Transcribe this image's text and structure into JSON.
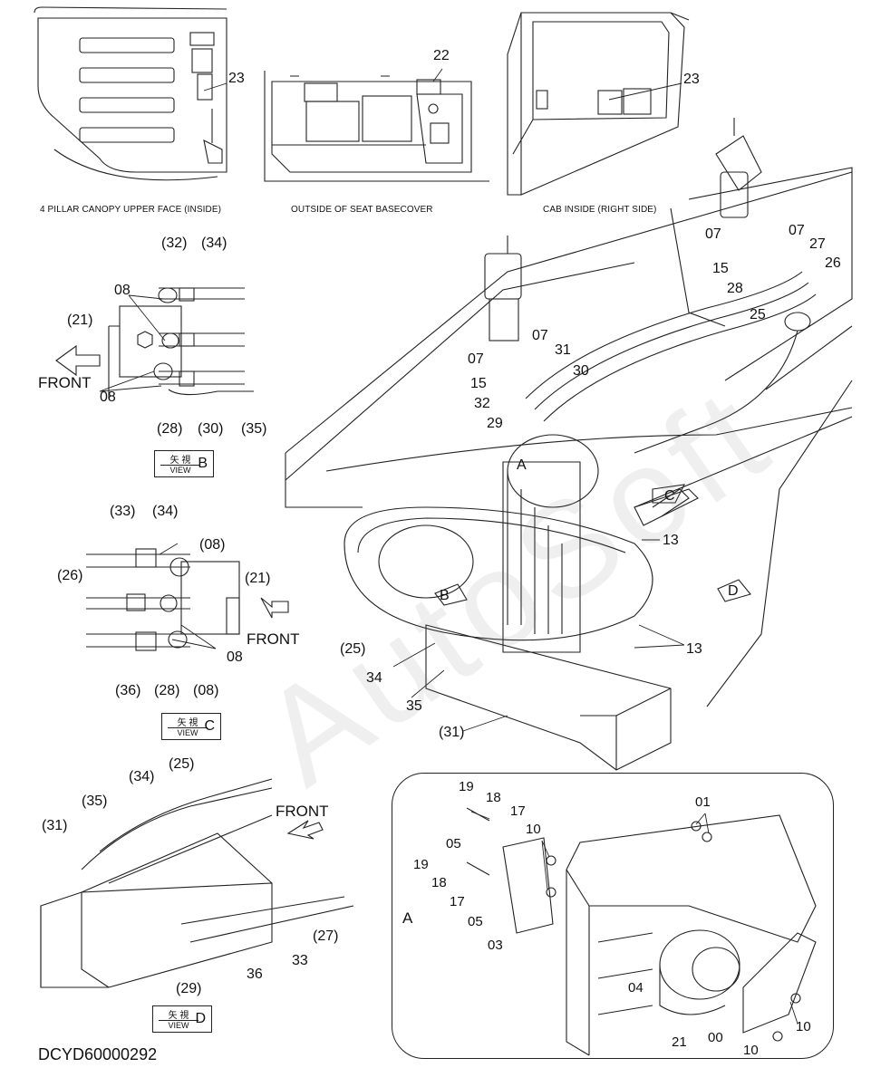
{
  "captions": {
    "canopy": "4 PILLAR CANOPY UPPER FACE (INSIDE)",
    "seat": "OUTSIDE OF SEAT BASECOVER",
    "cab": "CAB INSIDE (RIGHT SIDE)"
  },
  "top_labels": {
    "c23a": "23",
    "c22": "22",
    "c23b": "23"
  },
  "view_b": {
    "labels": [
      "(32)",
      "(34)",
      "08",
      "(21)",
      "08",
      "(28)",
      "(30)",
      "(35)"
    ],
    "front": "FRONT",
    "jp": "矢 視",
    "view": "VIEW",
    "letter": "B"
  },
  "view_c": {
    "labels": [
      "(33)",
      "(34)",
      "(08)",
      "(21)",
      "(26)",
      "08",
      "(36)",
      "(28)",
      "(08)"
    ],
    "front": "FRONT",
    "jp": "矢 視",
    "view": "VIEW",
    "letter": "C"
  },
  "view_d": {
    "labels": [
      "(25)",
      "(34)",
      "(35)",
      "(31)",
      "(27)",
      "33",
      "36",
      "(29)"
    ],
    "front": "FRONT",
    "jp": "矢 視",
    "view": "VIEW",
    "letter": "D"
  },
  "main": {
    "labels": [
      "07",
      "07",
      "27",
      "26",
      "15",
      "28",
      "25",
      "07",
      "07",
      "31",
      "30",
      "15",
      "32",
      "29",
      "A",
      "C",
      "13",
      "D",
      "B",
      "13",
      "(25)",
      "34",
      "35",
      "(31)"
    ]
  },
  "detail_a": {
    "labels": [
      "19",
      "18",
      "17",
      "01",
      "10",
      "05",
      "19",
      "18",
      "17",
      "05",
      "03",
      "04",
      "21",
      "00",
      "10",
      "10"
    ],
    "letter": "A"
  },
  "doc_id": "DCYD60000292",
  "watermark": "AutoSoft"
}
